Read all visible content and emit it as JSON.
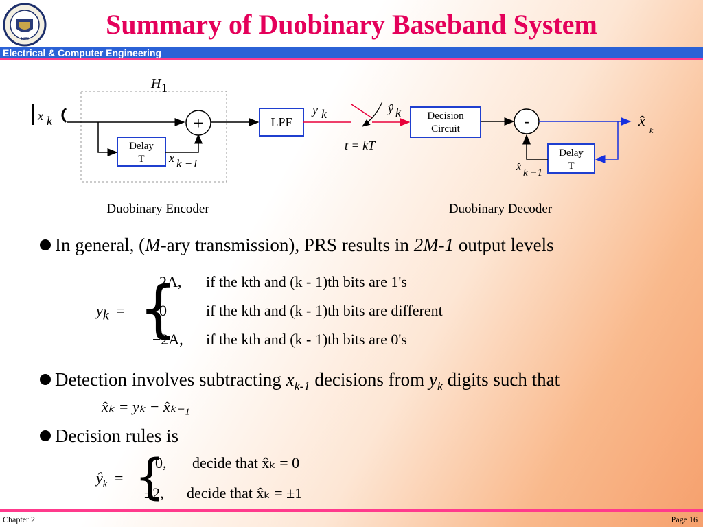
{
  "header": {
    "title": "Summary of Duobinary Baseband System",
    "department": "Electrical & Computer Engineering",
    "logo": {
      "icon": "university-seal",
      "text": "THE UNIVERSITY OF AKRON",
      "year": "1870"
    }
  },
  "diagram": {
    "input_label": "x",
    "input_sub": "k",
    "h_label": "H",
    "h_sub": "1",
    "adder_symbol": "+",
    "delay_line1": "Delay",
    "delay_line2": "T",
    "delayed_label": "x",
    "delayed_sub": "k −1",
    "lpf_label": "LPF",
    "y_label": "y",
    "y_sub": "k",
    "sample_label": "t = kT",
    "yhat_label": "ŷ",
    "yhat_sub": "k",
    "decision_line1": "Decision",
    "decision_line2": "Circuit",
    "subtract_symbol": "-",
    "output_label": "x̂",
    "output_sub": "k",
    "delay2_line1": "Delay",
    "delay2_line2": "T",
    "feedback_label": "x̂",
    "feedback_sub": "k −1",
    "encoder_caption": "Duobinary Encoder",
    "decoder_caption": "Duobinary Decoder",
    "colors": {
      "signal_red": "#e8003a",
      "signal_blue": "#1530e0",
      "box_border": "#1f3fcf"
    }
  },
  "bullets": {
    "b1": {
      "prefix": "In general, (",
      "m": "M",
      "mid": "-ary transmission), PRS results in ",
      "levels": "2M-1",
      "suffix": " output levels"
    },
    "b2": {
      "prefix": "Detection involves subtracting ",
      "x": "x",
      "xsub": "k-1",
      "mid": " decisions from ",
      "y": "y",
      "ysub": "k",
      "suffix": " digits such that"
    },
    "b3": {
      "text": "Decision rules is"
    }
  },
  "eq1": {
    "lhs": "y",
    "lhs_sub": "k",
    "equals": "=",
    "case1_val": "2A,",
    "case1_cond": "if the kth and (k - 1)th bits are 1's",
    "case2_val": "0",
    "case2_cond": "if the kth and (k - 1)th bits are different",
    "case3_val": "−2A,",
    "case3_cond": "if the kth and (k - 1)th bits are 0's"
  },
  "eq2": {
    "text": "x̂ₖ = yₖ − x̂ₖ₋₁"
  },
  "eq3": {
    "lhs": "ŷ",
    "lhs_sub": "k",
    "equals": "=",
    "case1_val": "0,",
    "case1_cond": "decide that x̂ₖ = 0",
    "case2_val": "±2,",
    "case2_cond": "decide that x̂ₖ = ±1"
  },
  "footer": {
    "chapter": "Chapter 2",
    "page": "Page 16"
  }
}
